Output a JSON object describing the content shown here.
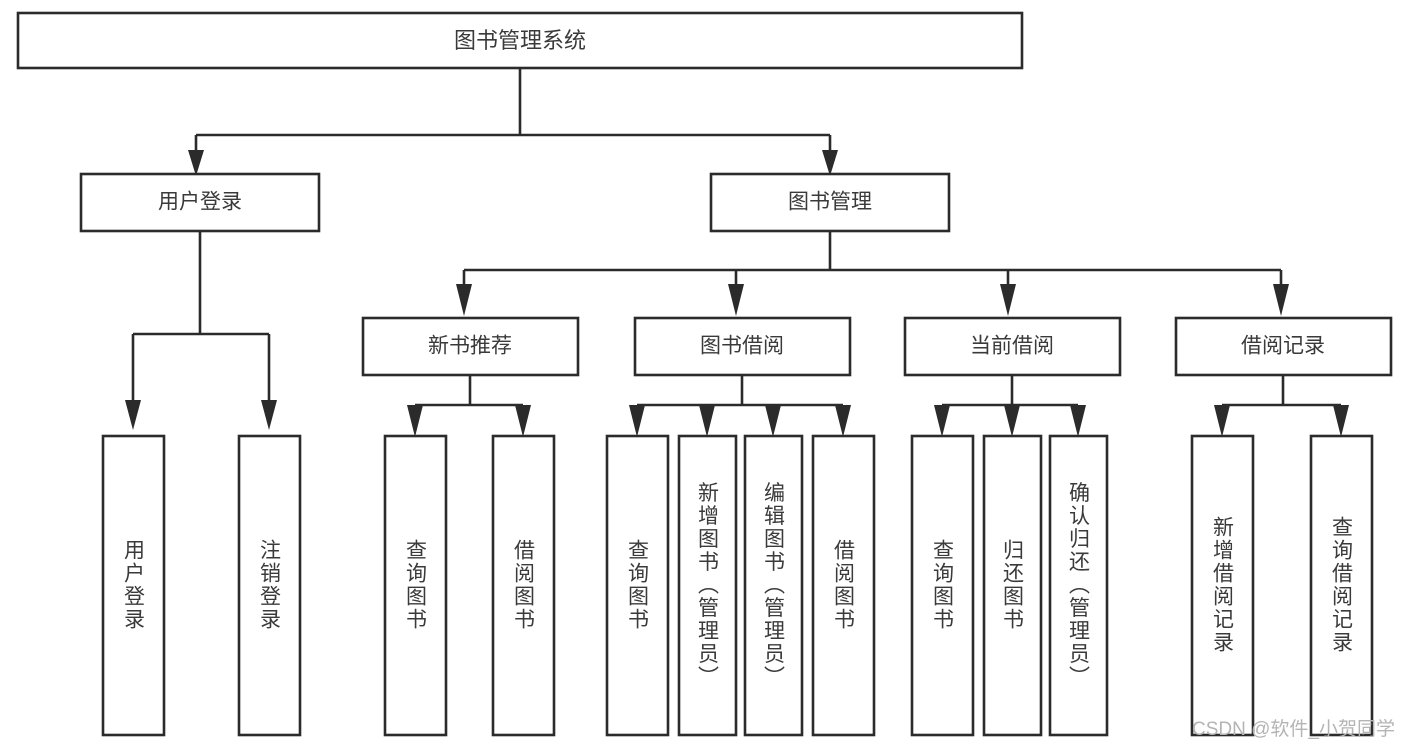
{
  "diagram": {
    "type": "tree",
    "title": "图书管理系统",
    "root": {
      "label": "图书管理系统"
    },
    "level1": [
      {
        "label": "用户登录"
      },
      {
        "label": "图书管理"
      }
    ],
    "level2": [
      {
        "label": "新书推荐"
      },
      {
        "label": "图书借阅"
      },
      {
        "label": "当前借阅"
      },
      {
        "label": "借阅记录"
      }
    ],
    "leaves": {
      "user_login": [
        {
          "label": "用户登录"
        },
        {
          "label": "注销登录"
        }
      ],
      "new_book": [
        {
          "label": "查询图书"
        },
        {
          "label": "借阅图书"
        }
      ],
      "book_borrow": [
        {
          "label": "查询图书"
        },
        {
          "label": "新增图书（管理员）"
        },
        {
          "label": "编辑图书（管理员）"
        },
        {
          "label": "借阅图书"
        }
      ],
      "current_borrow": [
        {
          "label": "查询图书"
        },
        {
          "label": "归还图书"
        },
        {
          "label": "确认归还（管理员）"
        }
      ],
      "borrow_record": [
        {
          "label": "新增借阅记录"
        },
        {
          "label": "查询借阅记录"
        }
      ]
    }
  },
  "watermark": {
    "text": "CSDN @软件_小贺同学"
  },
  "colors": {
    "box_stroke": "#2b2b2b",
    "box_fill": "#ffffff",
    "text": "#3a3a3a",
    "watermark": "#b4b4b4",
    "background": "#ffffff"
  }
}
